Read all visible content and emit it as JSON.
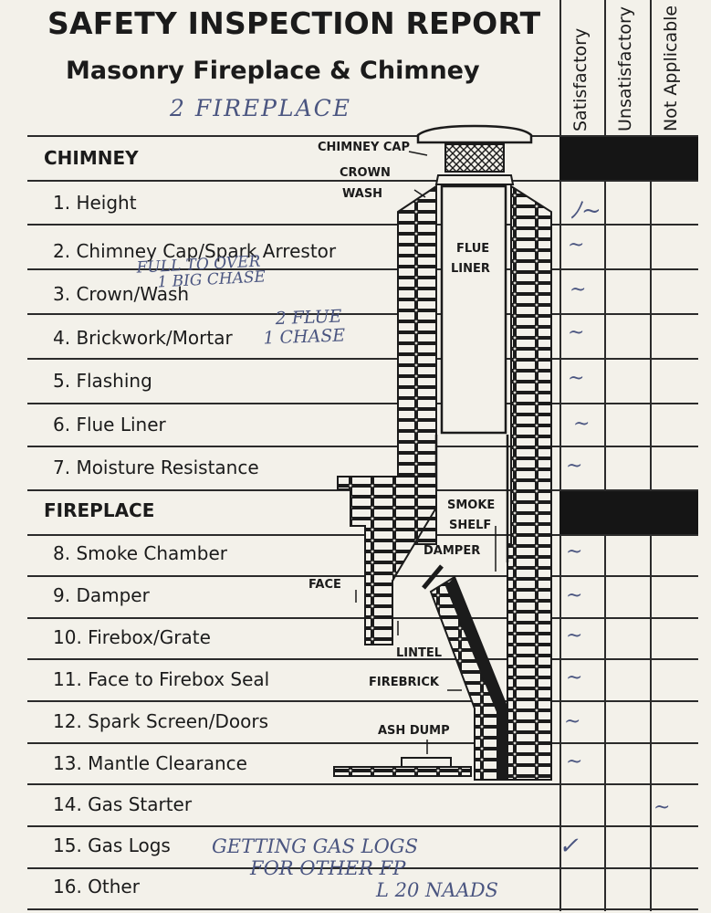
{
  "report": {
    "title": "SAFETY INSPECTION REPORT",
    "subtitle": "Masonry Fireplace & Chimney"
  },
  "handwriting": {
    "top_note": "2 FIREPLACE",
    "note_row2_line1": "FULL TO OVER",
    "note_row2_line2": "1 BIG CHASE",
    "note_row4_line1": "2 FLUE",
    "note_row4_line2": "1 CHASE",
    "note_bottom_line1": "GETTING GAS LOGS",
    "note_bottom_line2": "FOR OTHER FP",
    "note_bottom_line3": "L 20 NAADS"
  },
  "columns": [
    "Satisfactory",
    "Unsatisfactory",
    "Not Applicable"
  ],
  "sections": {
    "chimney": "CHIMNEY",
    "fireplace": "FIREPLACE"
  },
  "items": [
    {
      "label": "1. Height",
      "status": "satisfactory"
    },
    {
      "label": "2. Chimney Cap/Spark Arrestor",
      "status": "satisfactory"
    },
    {
      "label": "3. Crown/Wash",
      "status": "satisfactory"
    },
    {
      "label": "4. Brickwork/Mortar",
      "status": "satisfactory"
    },
    {
      "label": "5. Flashing",
      "status": "satisfactory"
    },
    {
      "label": "6. Flue Liner",
      "status": "satisfactory"
    },
    {
      "label": "7. Moisture Resistance",
      "status": "satisfactory"
    },
    {
      "label": "8. Smoke Chamber",
      "status": "satisfactory"
    },
    {
      "label": "9. Damper",
      "status": "satisfactory"
    },
    {
      "label": "10. Firebox/Grate",
      "status": "satisfactory"
    },
    {
      "label": "11. Face to Firebox Seal",
      "status": "satisfactory"
    },
    {
      "label": "12. Spark Screen/Doors",
      "status": "satisfactory"
    },
    {
      "label": "13. Mantle Clearance",
      "status": "satisfactory"
    },
    {
      "label": "14. Gas Starter",
      "status": "not_applicable"
    },
    {
      "label": "15. Gas Logs",
      "status": "satisfactory"
    },
    {
      "label": "16. Other",
      "status": ""
    }
  ],
  "diagram_labels": {
    "chimney_cap": "CHIMNEY CAP",
    "crown": "CROWN",
    "wash": "WASH",
    "flue": "FLUE",
    "liner": "LINER",
    "smoke": "SMOKE",
    "shelf": "SHELF",
    "damper": "DAMPER",
    "face": "FACE",
    "lintel": "LINTEL",
    "firebrick": "FIREBRICK",
    "ash_dump": "ASH DUMP"
  },
  "colors": {
    "paper": "#f3f1ea",
    "ink": "#1b1b1b",
    "pen": "#4a5580"
  }
}
